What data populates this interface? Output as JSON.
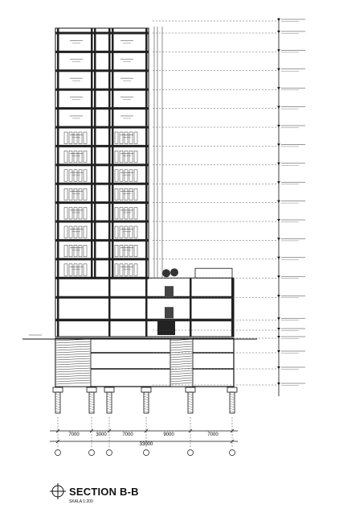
{
  "drawing": {
    "title": "SECTION B-B",
    "scale": "SKALA 1:200",
    "total_span": "33000",
    "spans": [
      "7000",
      "3000",
      "7000",
      "9000",
      "7000"
    ]
  }
}
